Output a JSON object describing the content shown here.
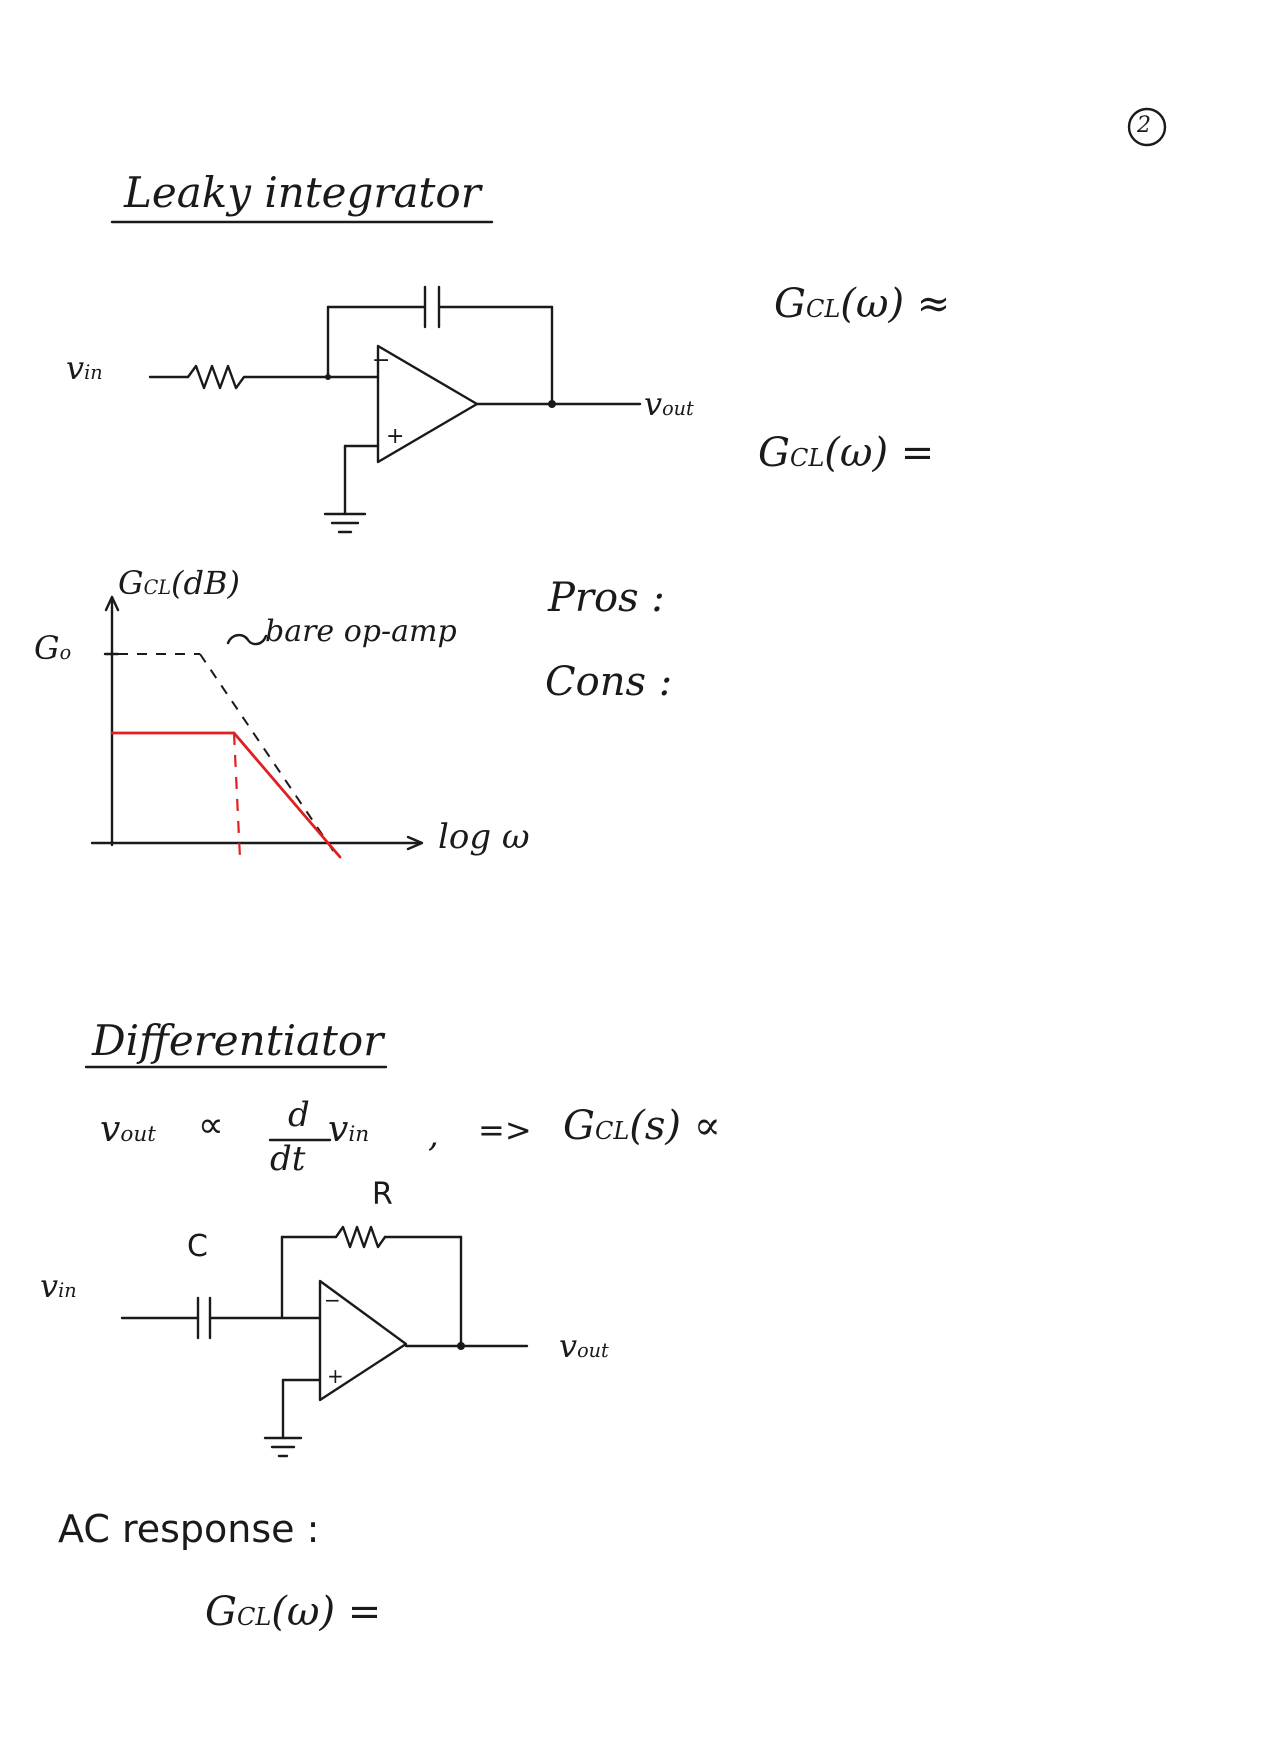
{
  "page_number": "2",
  "leaky": {
    "title": "Leaky integrator",
    "vin_label": "v",
    "vin_sub": "in",
    "vout_label": "v",
    "vout_sub": "out",
    "plus": "+",
    "minus": "−",
    "eq1": "G",
    "eq1_sub": "CL",
    "eq1_rest": "(ω) ≈",
    "eq2": "G",
    "eq2_sub": "CL",
    "eq2_rest": "(ω) =",
    "graph": {
      "ylabel": "G",
      "ylabel_sub": "CL",
      "ylabel_rest": "(dB)",
      "g0_label": "G",
      "g0_sub": "o",
      "annotation": "bare op-amp",
      "xlabel": "log ω"
    },
    "pros": "Pros :",
    "cons": "Cons :"
  },
  "diff": {
    "title": "Differentiator",
    "prop_lhs": "v",
    "prop_lhs_sub": "out",
    "prop_sym": "∝",
    "frac_num": "d",
    "frac_den": "dt",
    "prop_rhs": "v",
    "prop_rhs_sub": "in",
    "comma": ",",
    "arrow": "=>",
    "gcl": "G",
    "gcl_sub": "CL",
    "gcl_rest": "(s) ∝",
    "r_label": "R",
    "c_label": "C",
    "vin_label": "v",
    "vin_sub": "in",
    "vout_label": "v",
    "vout_sub": "out",
    "plus": "+",
    "minus": "−",
    "ac_label": "AC response :",
    "ac_eq": "G",
    "ac_eq_sub": "CL",
    "ac_eq_rest": "(ω) ="
  },
  "colors": {
    "ink": "#1a1a1a",
    "red_trace": "#e02020"
  }
}
